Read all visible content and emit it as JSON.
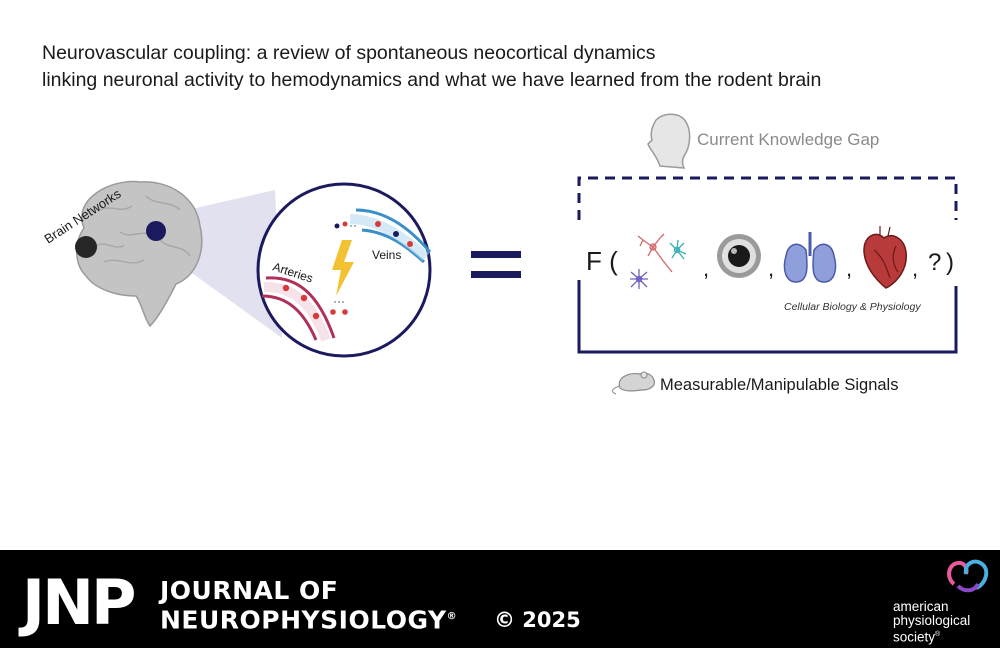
{
  "title": {
    "line1": "Neurovascular coupling: a review of spontaneous neocortical dynamics",
    "line2": "linking neuronal activity to hemodynamics and what we have learned from the rodent brain"
  },
  "left_panel": {
    "brain_label": "Brain Networks",
    "arteries_label": "Arteries",
    "veins_label": "Veins"
  },
  "equals_symbol": "=",
  "right_panel": {
    "knowledge_gap_label": "Current Knowledge Gap",
    "function_prefix": "F (",
    "separator": ",",
    "unknown_term": "?",
    "function_suffix": ")",
    "cellular_label": "Cellular Biology & Physiology",
    "signals_label": "Measurable/Manipulable Signals"
  },
  "footer": {
    "logo": "JNP",
    "journal_line1": "JOURNAL OF",
    "journal_line2": "NEUROPHYSIOLOGY",
    "trademark": "®",
    "copyright": "© 2025",
    "publisher_line1": "american",
    "publisher_line2": "physiological",
    "publisher_line3": "society",
    "publisher_mark": "®"
  },
  "colors": {
    "navy": "#1c1a5e",
    "artery": "#b0305a",
    "vein": "#3a8fc8",
    "blood_cell": "#d83a3a",
    "lightning": "#f2c232",
    "brain": "#c4c4c4",
    "gray_text": "#8a8a8a",
    "footer_bg": "#000000"
  },
  "icons": [
    "head-profile-icon",
    "neuron-icon",
    "eye-icon",
    "lungs-icon",
    "heart-icon",
    "mouse-icon",
    "lightning-icon",
    "aps-logo-icon"
  ]
}
